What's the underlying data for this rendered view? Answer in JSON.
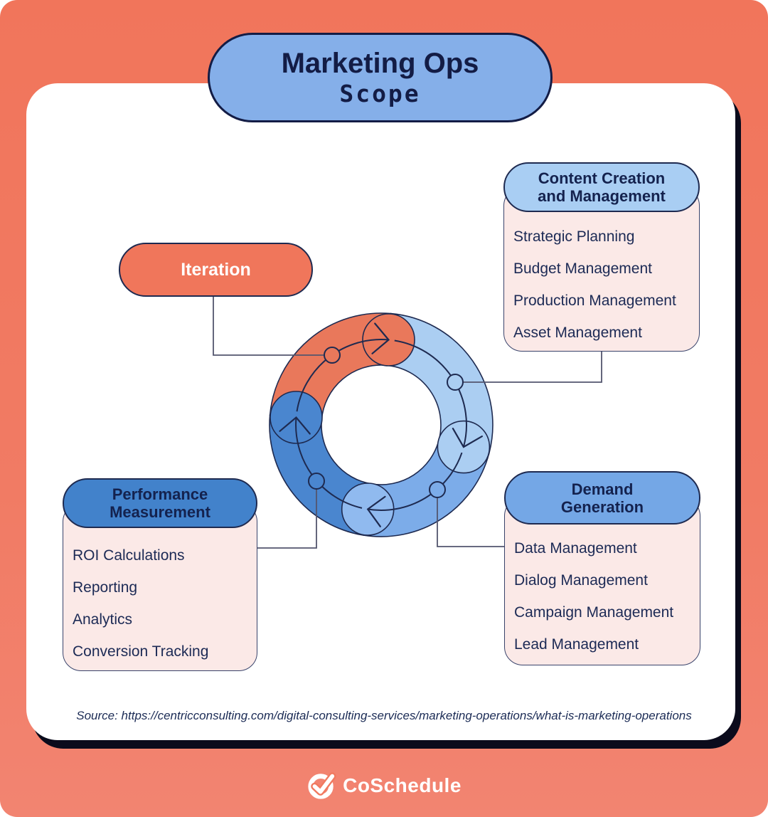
{
  "title": {
    "line1": "Marketing Ops",
    "line2": "Scope"
  },
  "iteration": {
    "label": "Iteration"
  },
  "boxes": {
    "content": {
      "title_line1": "Content Creation",
      "title_line2": "and Management",
      "items": [
        "Strategic Planning",
        "Budget Management",
        "Production Management",
        "Asset Management"
      ]
    },
    "demand": {
      "title_line1": "Demand",
      "title_line2": "Generation",
      "items": [
        "Data Management",
        "Dialog Management",
        "Campaign Management",
        "Lead Management"
      ]
    },
    "performance": {
      "title_line1": "Performance",
      "title_line2": "Measurement",
      "items": [
        "ROI Calculations",
        "Reporting",
        "Analytics",
        "Conversion Tracking"
      ]
    }
  },
  "cycle": {
    "type": "circular-flow",
    "direction": "clockwise",
    "segment_names": [
      "iteration",
      "content-creation",
      "demand-generation",
      "performance-measurement"
    ]
  },
  "source": {
    "text": "Source: https://centricconsulting.com/digital-consulting-services/marketing-operations/what-is-marketing-operations"
  },
  "footer": {
    "brand": "CoSchedule"
  },
  "colors": {
    "background": "#F1795F",
    "card": "#FFFFFF",
    "card_shadow": "#0B0B1C",
    "navy_text": "#16234E",
    "outline": "#1E2A50",
    "connector": "#53566E",
    "title_pill": "#85AFE9",
    "iteration_pill": "#F0765B",
    "content_header": "#A9CEF3",
    "demand_header": "#74A7E6",
    "performance_header": "#4282CB",
    "box_body_pink": "#FBE9E7",
    "seg_coral": "#E9785B",
    "seg_light_blue": "#ABCEF2",
    "seg_medium_blue": "#7CACE9",
    "seg_medium_cap": "#90BAEF",
    "seg_dark_blue": "#4A86CF",
    "logo_white": "#FFFFFF"
  }
}
